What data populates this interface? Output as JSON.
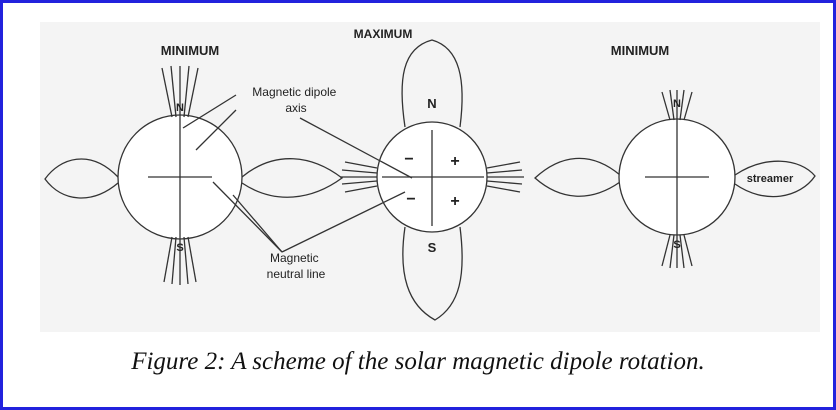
{
  "diagram": {
    "panels": [
      {
        "heading": "MINIMUM",
        "north": "N",
        "south": "S"
      },
      {
        "heading": "MAXIMUM",
        "north": "N",
        "south": "S",
        "polarity": [
          "−",
          "+",
          "−",
          "+"
        ]
      },
      {
        "heading": "MINIMUM",
        "north": "N",
        "south": "S",
        "extra": "streamer"
      }
    ],
    "annotations": {
      "dipole_axis": [
        "Magnetic dipole",
        "axis"
      ],
      "neutral_line": [
        "Magnetic",
        "neutral line"
      ]
    }
  },
  "caption": "Figure 2: A scheme of the solar magnetic dipole rotation.",
  "colors": {
    "frame": "#2222dd",
    "diagram_background": "#f4f4f4",
    "stroke": "#333333"
  }
}
